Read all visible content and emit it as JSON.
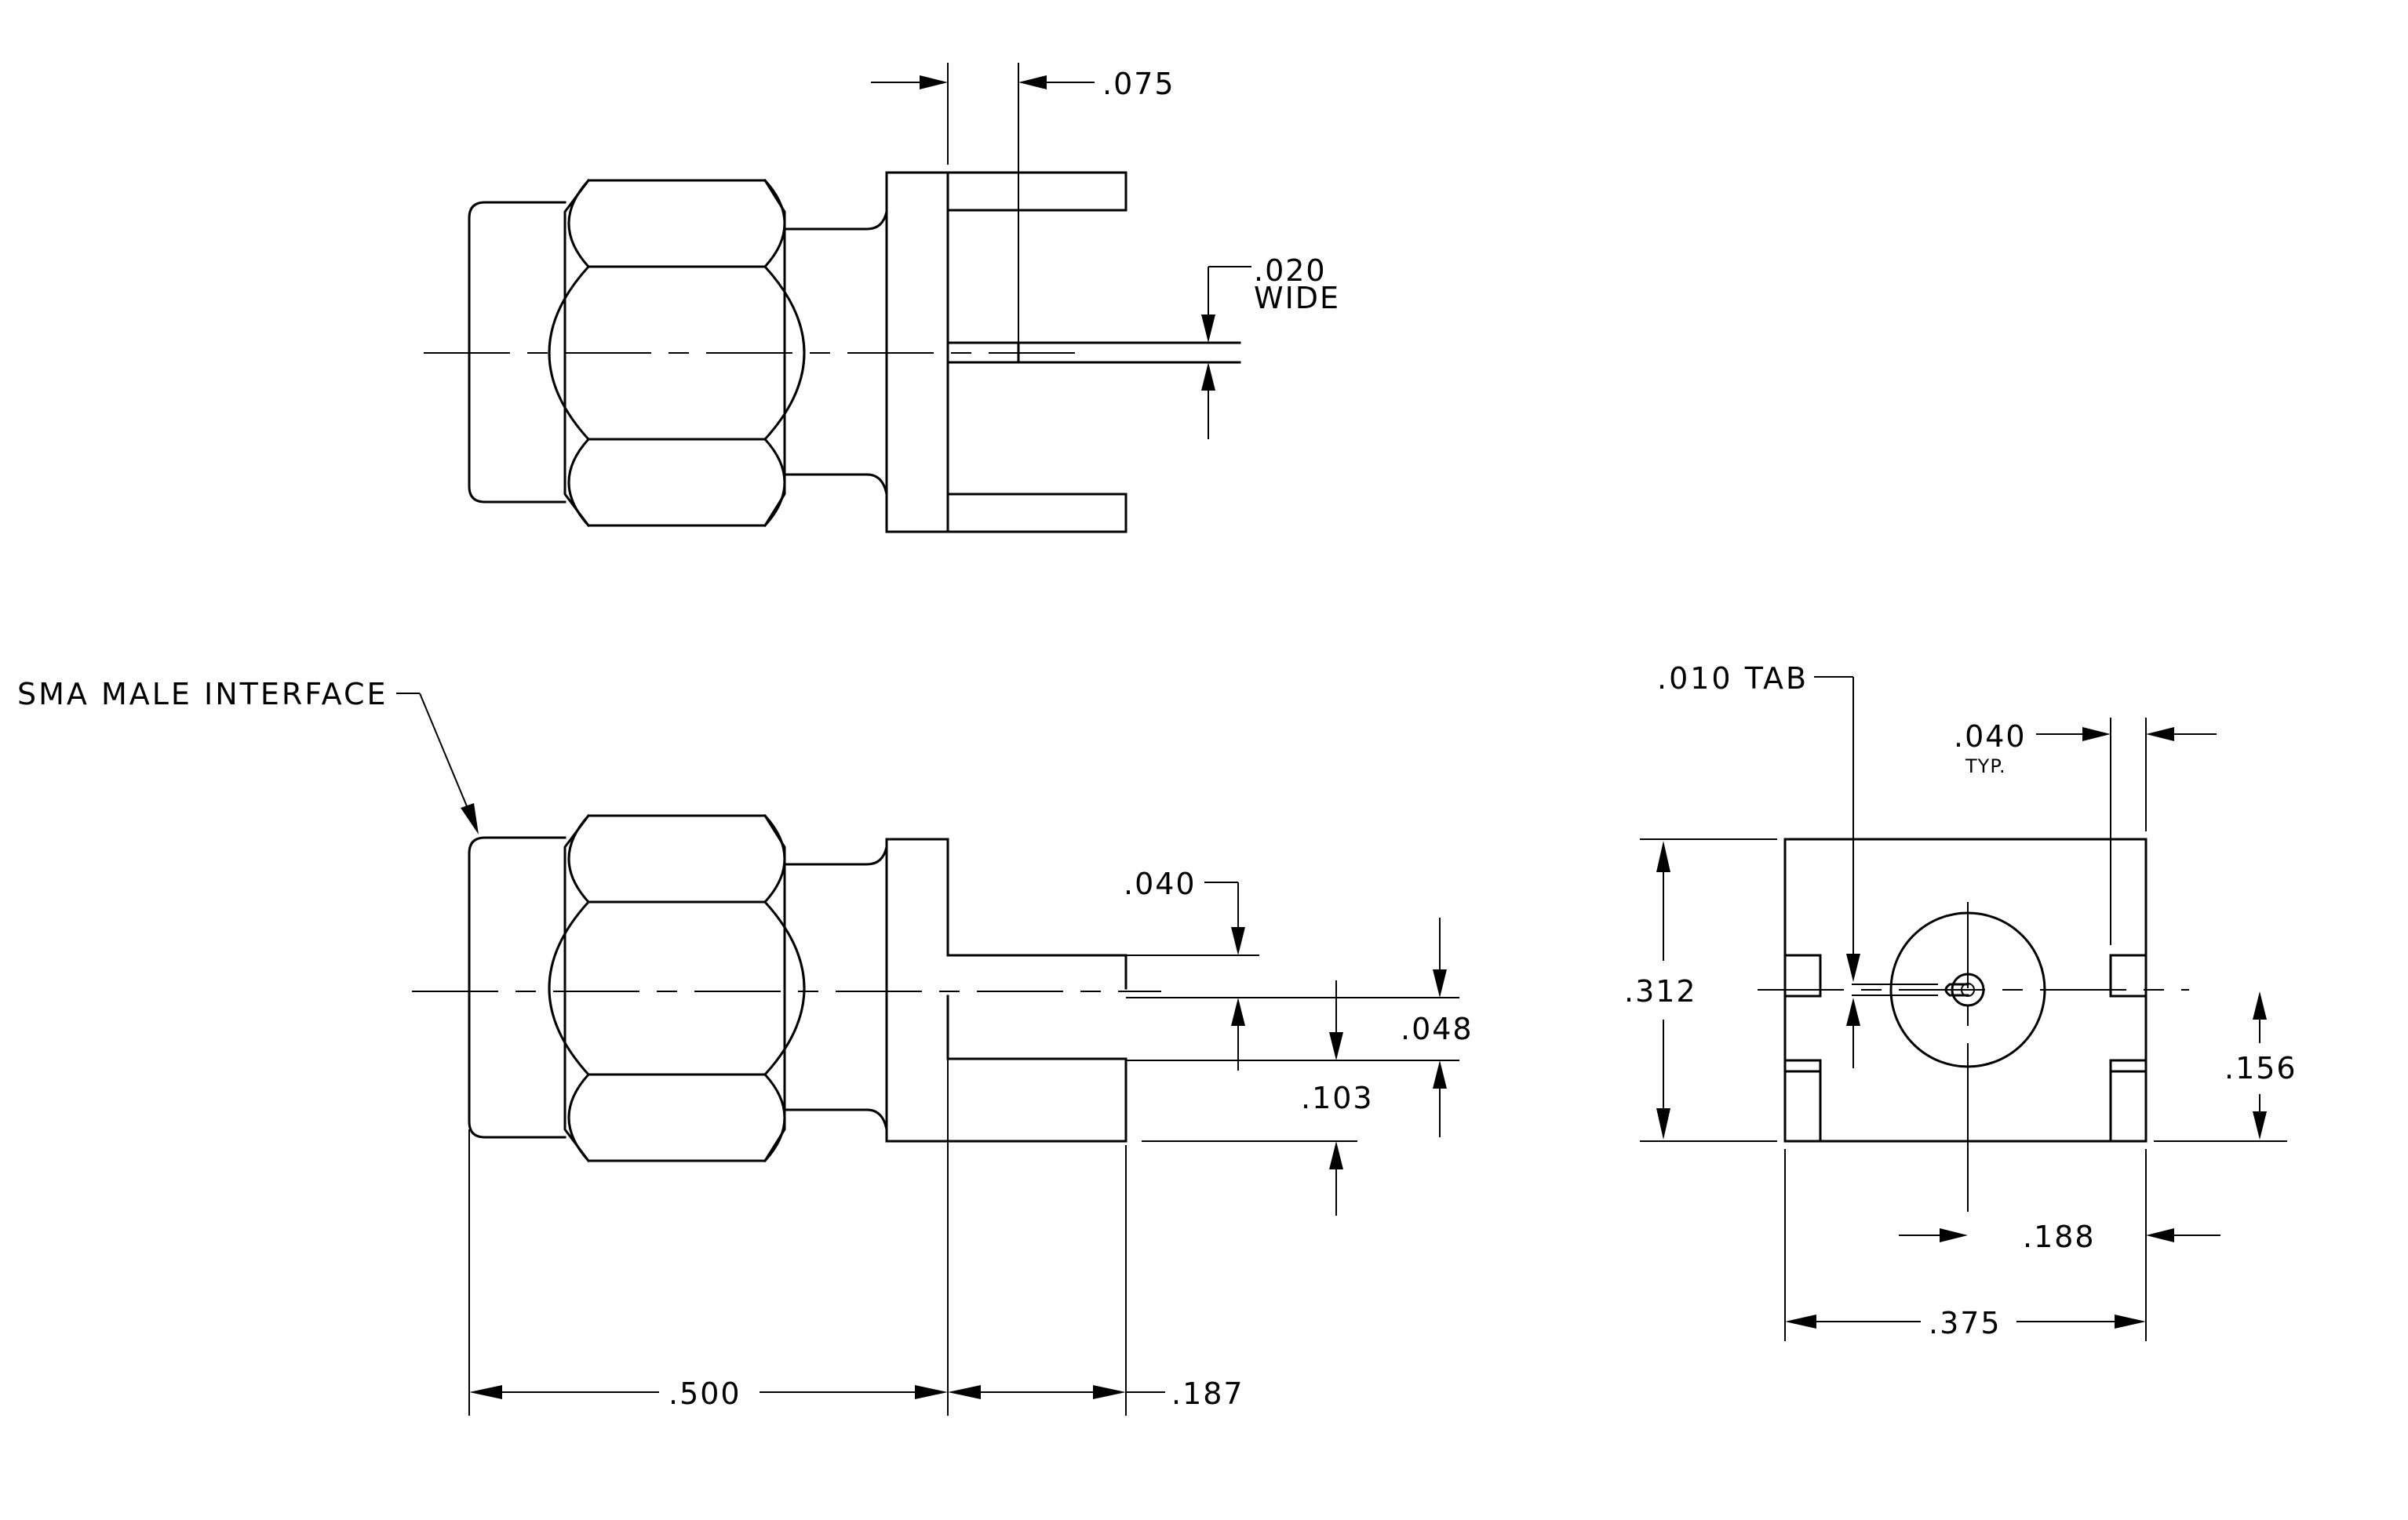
{
  "dimensions": {
    "top_tab_thickness": ".075",
    "pin_width": ".020",
    "pin_width_note": "WIDE",
    "upper_pin_offset": ".040",
    "pin_gap": ".048",
    "lower_pin_offset": ".103",
    "body_length": ".500",
    "pin_length": ".187",
    "tab_thickness": ".010 TAB",
    "slot_width": ".040",
    "slot_width_note": "TYP.",
    "height": ".312",
    "center_height": ".156",
    "center_width": ".188",
    "width": ".375"
  },
  "labels": {
    "interface": "SMA MALE INTERFACE"
  }
}
